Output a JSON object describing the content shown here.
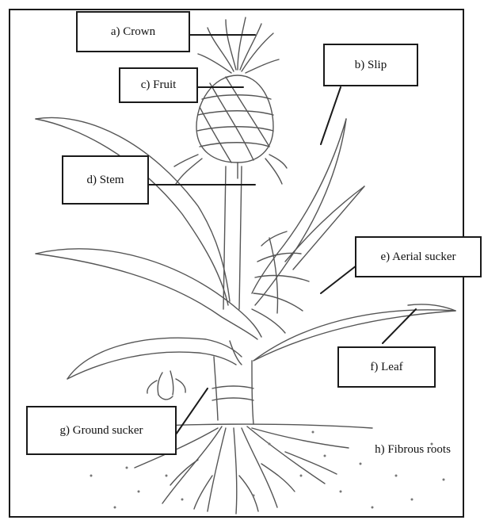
{
  "diagram": {
    "labels": {
      "crown": "a) Crown",
      "slip": "b) Slip",
      "fruit": "c) Fruit",
      "stem": "d) Stem",
      "aerial_sucker": "e) Aerial sucker",
      "leaf": "f) Leaf",
      "ground_sucker": "g) Ground sucker",
      "fibrous_roots": "h) Fibrous roots"
    }
  },
  "colors": {
    "outline": "#1a1a1a",
    "sketch": "#555555",
    "background": "#ffffff"
  }
}
